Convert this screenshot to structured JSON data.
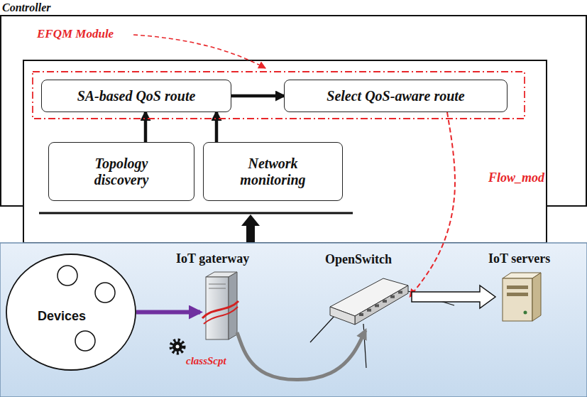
{
  "diagram": {
    "nodes": [
      {
        "text": [
          "Controller"
        ]
      },
      {
        "text": [
          "EFQM Module"
        ],
        "in": 0
      },
      {
        "text": [
          "SA-based QoS route"
        ],
        "in": 1
      },
      {
        "text": [
          "Select QoS-aware route"
        ],
        "in": 1
      },
      {
        "text": [
          "Topology discovery"
        ],
        "in": 0
      },
      {
        "text": [
          "Network monitoring"
        ],
        "in": 0
      },
      {
        "text": [
          "Devices"
        ]
      },
      {
        "text": [
          "IoT gaterway",
          "classScpt"
        ]
      },
      {
        "text": [
          "OpenSwitch"
        ]
      },
      {
        "text": [
          "IoT servers"
        ]
      }
    ],
    "edges": [
      {
        "from": 2,
        "to": 3,
        "arrow": "to"
      },
      {
        "from": 4,
        "to": 2,
        "arrow": "to"
      },
      {
        "from": 5,
        "to": 2,
        "arrow": "to"
      },
      {
        "from": 3,
        "to": 8,
        "arrow": "to",
        "label": "Flow_mod"
      },
      {
        "from": 6,
        "to": 7,
        "arrow": "to"
      },
      {
        "from": 8,
        "to": 9,
        "arrow": "to"
      },
      {
        "from": 7,
        "to": 8,
        "arrow": "to"
      }
    ]
  }
}
